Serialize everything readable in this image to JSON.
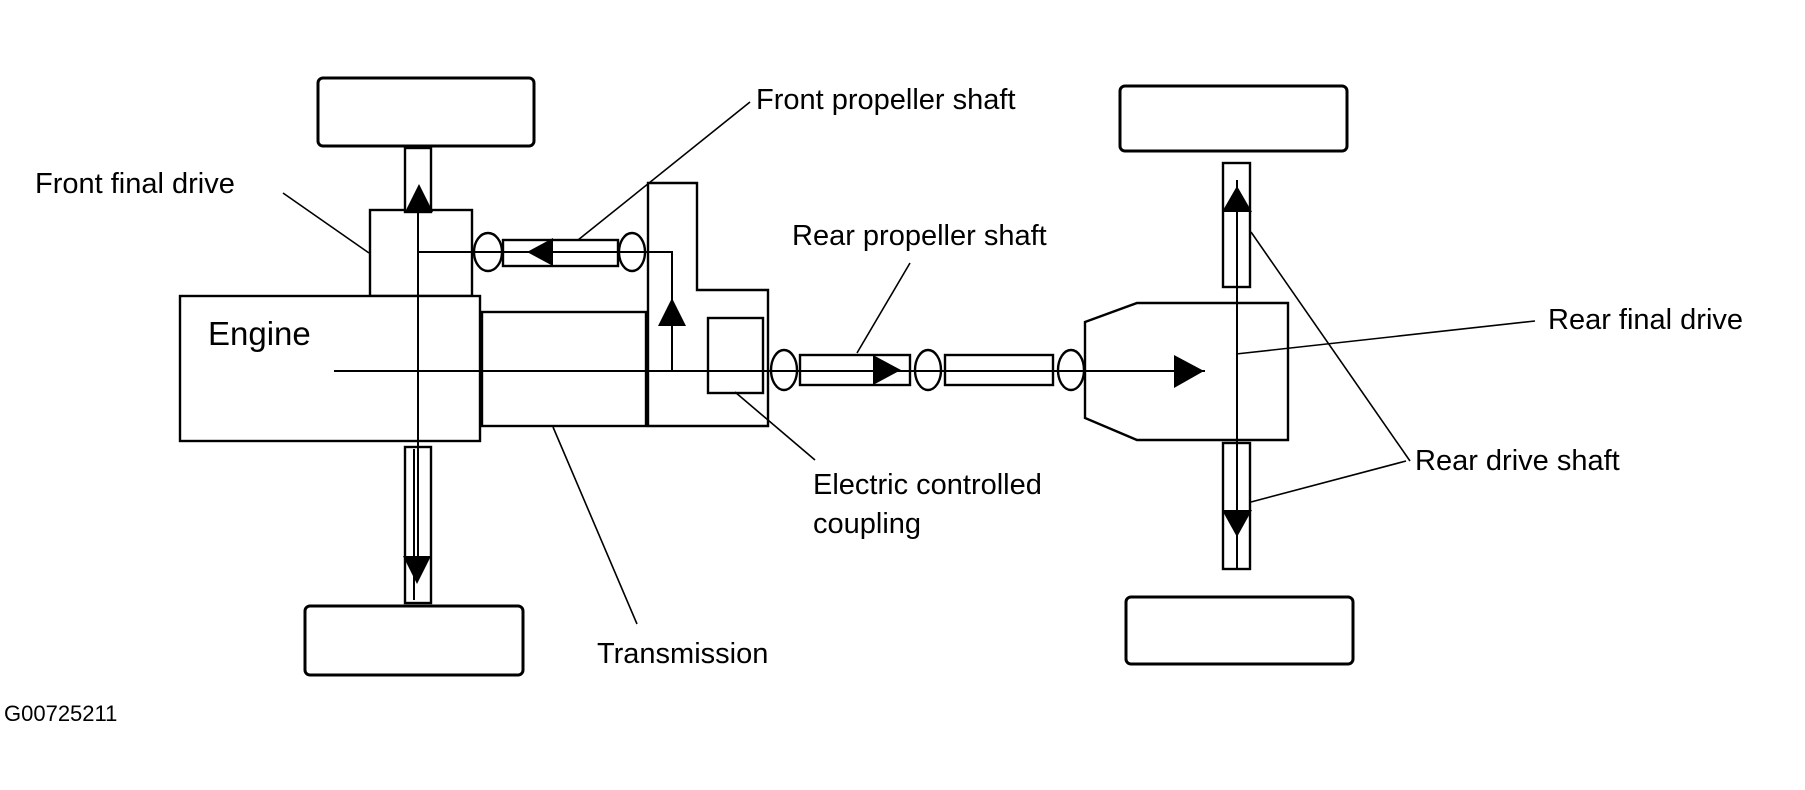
{
  "labels": {
    "engine": "Engine",
    "front_final_drive": "Front final drive",
    "front_propeller_shaft": "Front propeller shaft",
    "rear_propeller_shaft": "Rear propeller shaft",
    "rear_final_drive": "Rear final drive",
    "rear_drive_shaft": "Rear drive shaft",
    "electric_controlled_coupling_line1": "Electric controlled",
    "electric_controlled_coupling_line2": "coupling",
    "transmission": "Transmission"
  },
  "figure_code": "G00725211"
}
